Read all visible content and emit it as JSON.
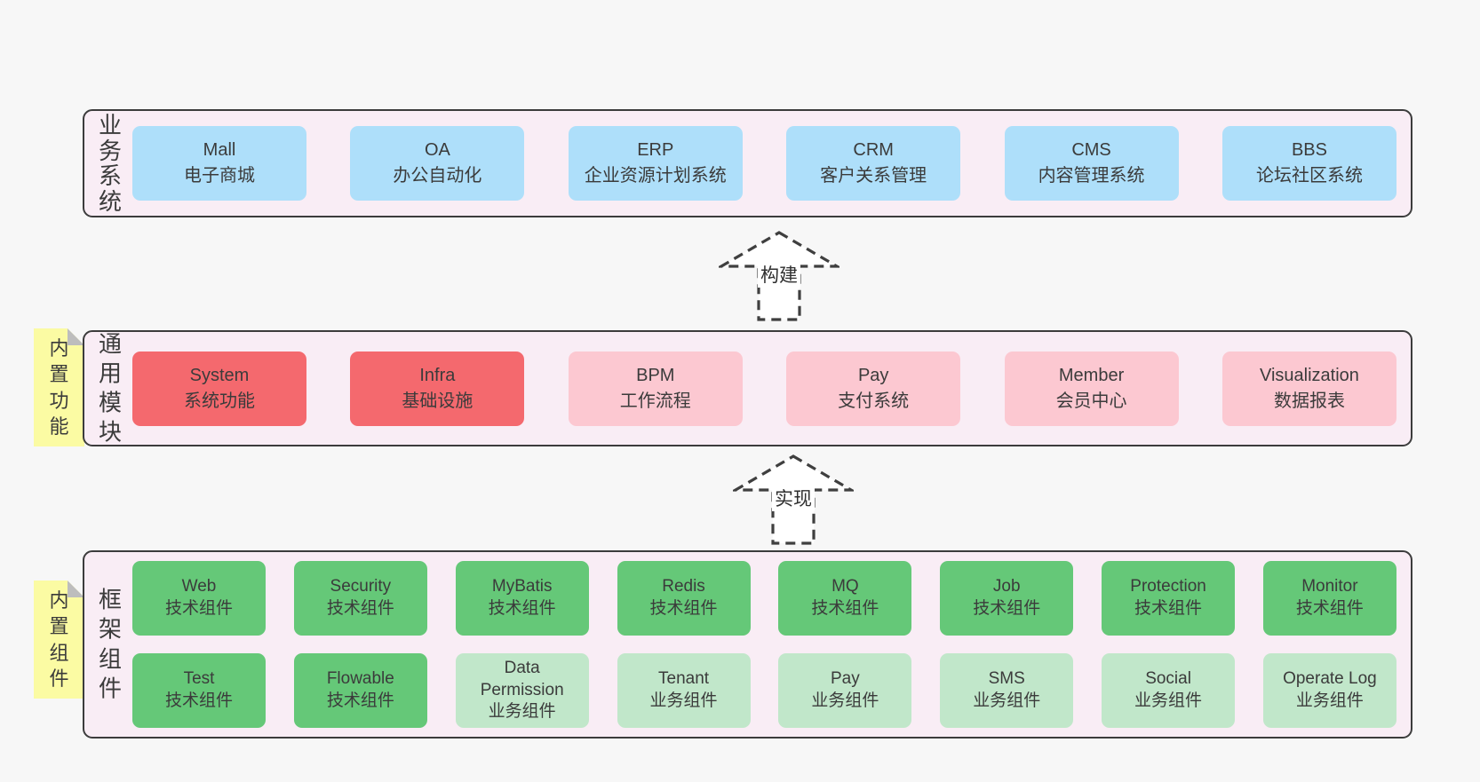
{
  "palette": {
    "page_bg": "#f7f7f7",
    "band_bg": "#f9edf5",
    "band_border": "#3c3c3c",
    "blue": "#aedffa",
    "red": "#f4696e",
    "pink": "#fcc8d1",
    "green": "#65c878",
    "light_green": "#c1e7ca",
    "note_yellow": "#fbfba3",
    "text": "#3b3b3b"
  },
  "arrows": [
    {
      "label": "构建"
    },
    {
      "label": "实现"
    }
  ],
  "bands": [
    {
      "label": "业务系统",
      "boxes": [
        {
          "name": "Mall",
          "desc": "电子商城",
          "color": "#aedffa"
        },
        {
          "name": "OA",
          "desc": "办公自动化",
          "color": "#aedffa"
        },
        {
          "name": "ERP",
          "desc": "企业资源计划系统",
          "color": "#aedffa"
        },
        {
          "name": "CRM",
          "desc": "客户关系管理",
          "color": "#aedffa"
        },
        {
          "name": "CMS",
          "desc": "内容管理系统",
          "color": "#aedffa"
        },
        {
          "name": "BBS",
          "desc": "论坛社区系统",
          "color": "#aedffa"
        }
      ]
    },
    {
      "label": "通用模块",
      "note": "内置功能",
      "boxes": [
        {
          "name": "System",
          "desc": "系统功能",
          "color": "#f4696e"
        },
        {
          "name": "Infra",
          "desc": "基础设施",
          "color": "#f4696e"
        },
        {
          "name": "BPM",
          "desc": "工作流程",
          "color": "#fcc8d1"
        },
        {
          "name": "Pay",
          "desc": "支付系统",
          "color": "#fcc8d1"
        },
        {
          "name": "Member",
          "desc": "会员中心",
          "color": "#fcc8d1"
        },
        {
          "name": "Visualization",
          "desc": "数据报表",
          "color": "#fcc8d1"
        }
      ]
    },
    {
      "label": "框架组件",
      "note": "内置组件",
      "rows": [
        [
          {
            "name": "Web",
            "desc": "技术组件",
            "color": "#65c878"
          },
          {
            "name": "Security",
            "desc": "技术组件",
            "color": "#65c878"
          },
          {
            "name": "MyBatis",
            "desc": "技术组件",
            "color": "#65c878"
          },
          {
            "name": "Redis",
            "desc": "技术组件",
            "color": "#65c878"
          },
          {
            "name": "MQ",
            "desc": "技术组件",
            "color": "#65c878"
          },
          {
            "name": "Job",
            "desc": "技术组件",
            "color": "#65c878"
          },
          {
            "name": "Protection",
            "desc": "技术组件",
            "color": "#65c878"
          },
          {
            "name": "Monitor",
            "desc": "技术组件",
            "color": "#65c878"
          }
        ],
        [
          {
            "name": "Test",
            "desc": "技术组件",
            "color": "#65c878"
          },
          {
            "name": "Flowable",
            "desc": "技术组件",
            "color": "#65c878"
          },
          {
            "name": "Data Permission",
            "desc": "业务组件",
            "color": "#c1e7ca"
          },
          {
            "name": "Tenant",
            "desc": "业务组件",
            "color": "#c1e7ca"
          },
          {
            "name": "Pay",
            "desc": "业务组件",
            "color": "#c1e7ca"
          },
          {
            "name": "SMS",
            "desc": "业务组件",
            "color": "#c1e7ca"
          },
          {
            "name": "Social",
            "desc": "业务组件",
            "color": "#c1e7ca"
          },
          {
            "name": "Operate Log",
            "desc": "业务组件",
            "color": "#c1e7ca"
          }
        ]
      ]
    }
  ]
}
